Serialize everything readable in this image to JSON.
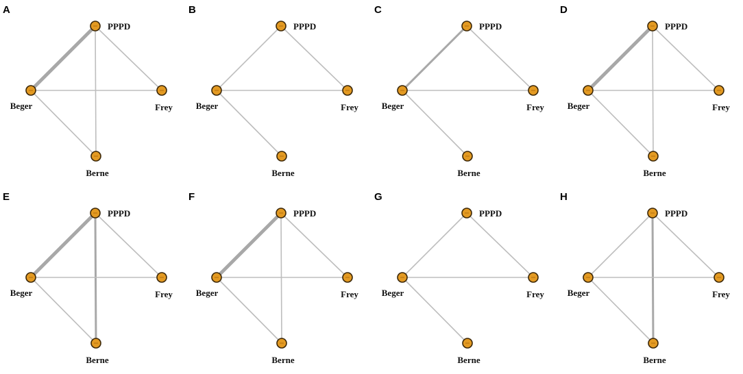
{
  "figure": {
    "node_labels": {
      "PPPD": "PPPD",
      "Beger": "Beger",
      "Frey": "Frey",
      "Berne": "Berne"
    },
    "colors": {
      "node_fill": "#e39a22",
      "node_stroke": "#3a2608",
      "edge": "#bdbdbd"
    },
    "panels": [
      {
        "letter": "A",
        "edges": [
          {
            "from": "PPPD",
            "to": "Beger",
            "weight": 3
          },
          {
            "from": "PPPD",
            "to": "Frey",
            "weight": 1
          },
          {
            "from": "PPPD",
            "to": "Berne",
            "weight": 1
          },
          {
            "from": "Beger",
            "to": "Frey",
            "weight": 1
          },
          {
            "from": "Beger",
            "to": "Berne",
            "weight": 1
          }
        ]
      },
      {
        "letter": "B",
        "edges": [
          {
            "from": "PPPD",
            "to": "Beger",
            "weight": 1
          },
          {
            "from": "PPPD",
            "to": "Frey",
            "weight": 1
          },
          {
            "from": "Beger",
            "to": "Frey",
            "weight": 1
          },
          {
            "from": "Beger",
            "to": "Berne",
            "weight": 1
          }
        ]
      },
      {
        "letter": "C",
        "edges": [
          {
            "from": "PPPD",
            "to": "Beger",
            "weight": 2
          },
          {
            "from": "PPPD",
            "to": "Frey",
            "weight": 1
          },
          {
            "from": "Beger",
            "to": "Frey",
            "weight": 1
          },
          {
            "from": "Beger",
            "to": "Berne",
            "weight": 1
          }
        ]
      },
      {
        "letter": "D",
        "edges": [
          {
            "from": "PPPD",
            "to": "Beger",
            "weight": 3
          },
          {
            "from": "PPPD",
            "to": "Frey",
            "weight": 1
          },
          {
            "from": "PPPD",
            "to": "Berne",
            "weight": 1
          },
          {
            "from": "Beger",
            "to": "Frey",
            "weight": 1
          },
          {
            "from": "Beger",
            "to": "Berne",
            "weight": 1
          }
        ]
      },
      {
        "letter": "E",
        "edges": [
          {
            "from": "PPPD",
            "to": "Beger",
            "weight": 3
          },
          {
            "from": "PPPD",
            "to": "Frey",
            "weight": 1
          },
          {
            "from": "PPPD",
            "to": "Berne",
            "weight": 2
          },
          {
            "from": "Beger",
            "to": "Frey",
            "weight": 1
          },
          {
            "from": "Beger",
            "to": "Berne",
            "weight": 1
          }
        ]
      },
      {
        "letter": "F",
        "edges": [
          {
            "from": "PPPD",
            "to": "Beger",
            "weight": 3
          },
          {
            "from": "PPPD",
            "to": "Frey",
            "weight": 1
          },
          {
            "from": "PPPD",
            "to": "Berne",
            "weight": 1
          },
          {
            "from": "Beger",
            "to": "Frey",
            "weight": 1
          },
          {
            "from": "Beger",
            "to": "Berne",
            "weight": 1
          }
        ]
      },
      {
        "letter": "G",
        "edges": [
          {
            "from": "PPPD",
            "to": "Beger",
            "weight": 1
          },
          {
            "from": "PPPD",
            "to": "Frey",
            "weight": 1
          },
          {
            "from": "Beger",
            "to": "Frey",
            "weight": 1
          },
          {
            "from": "Beger",
            "to": "Berne",
            "weight": 1
          }
        ]
      },
      {
        "letter": "H",
        "edges": [
          {
            "from": "PPPD",
            "to": "Beger",
            "weight": 1
          },
          {
            "from": "PPPD",
            "to": "Frey",
            "weight": 1
          },
          {
            "from": "PPPD",
            "to": "Berne",
            "weight": 2
          },
          {
            "from": "Beger",
            "to": "Frey",
            "weight": 1
          },
          {
            "from": "Beger",
            "to": "Berne",
            "weight": 1
          }
        ]
      }
    ]
  }
}
